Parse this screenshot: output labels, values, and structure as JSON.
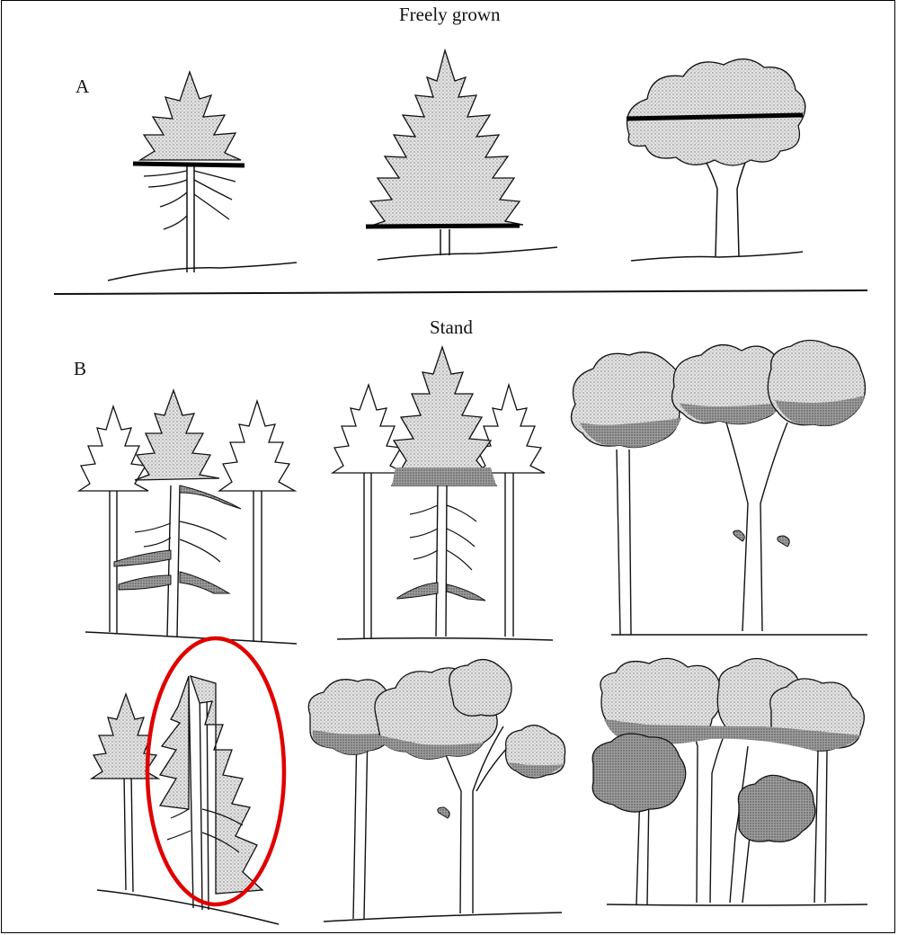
{
  "figure": {
    "section_a": {
      "title": "Freely grown",
      "letter": "A"
    },
    "section_b": {
      "title": "Stand",
      "letter": "B"
    }
  },
  "annotation": {
    "highlight_color": "#e00000"
  },
  "colors": {
    "ink": "#111111",
    "foliage_light": "#dcdcdc",
    "foliage_dark": "#8f8f8f",
    "crown_line": "#000000"
  }
}
